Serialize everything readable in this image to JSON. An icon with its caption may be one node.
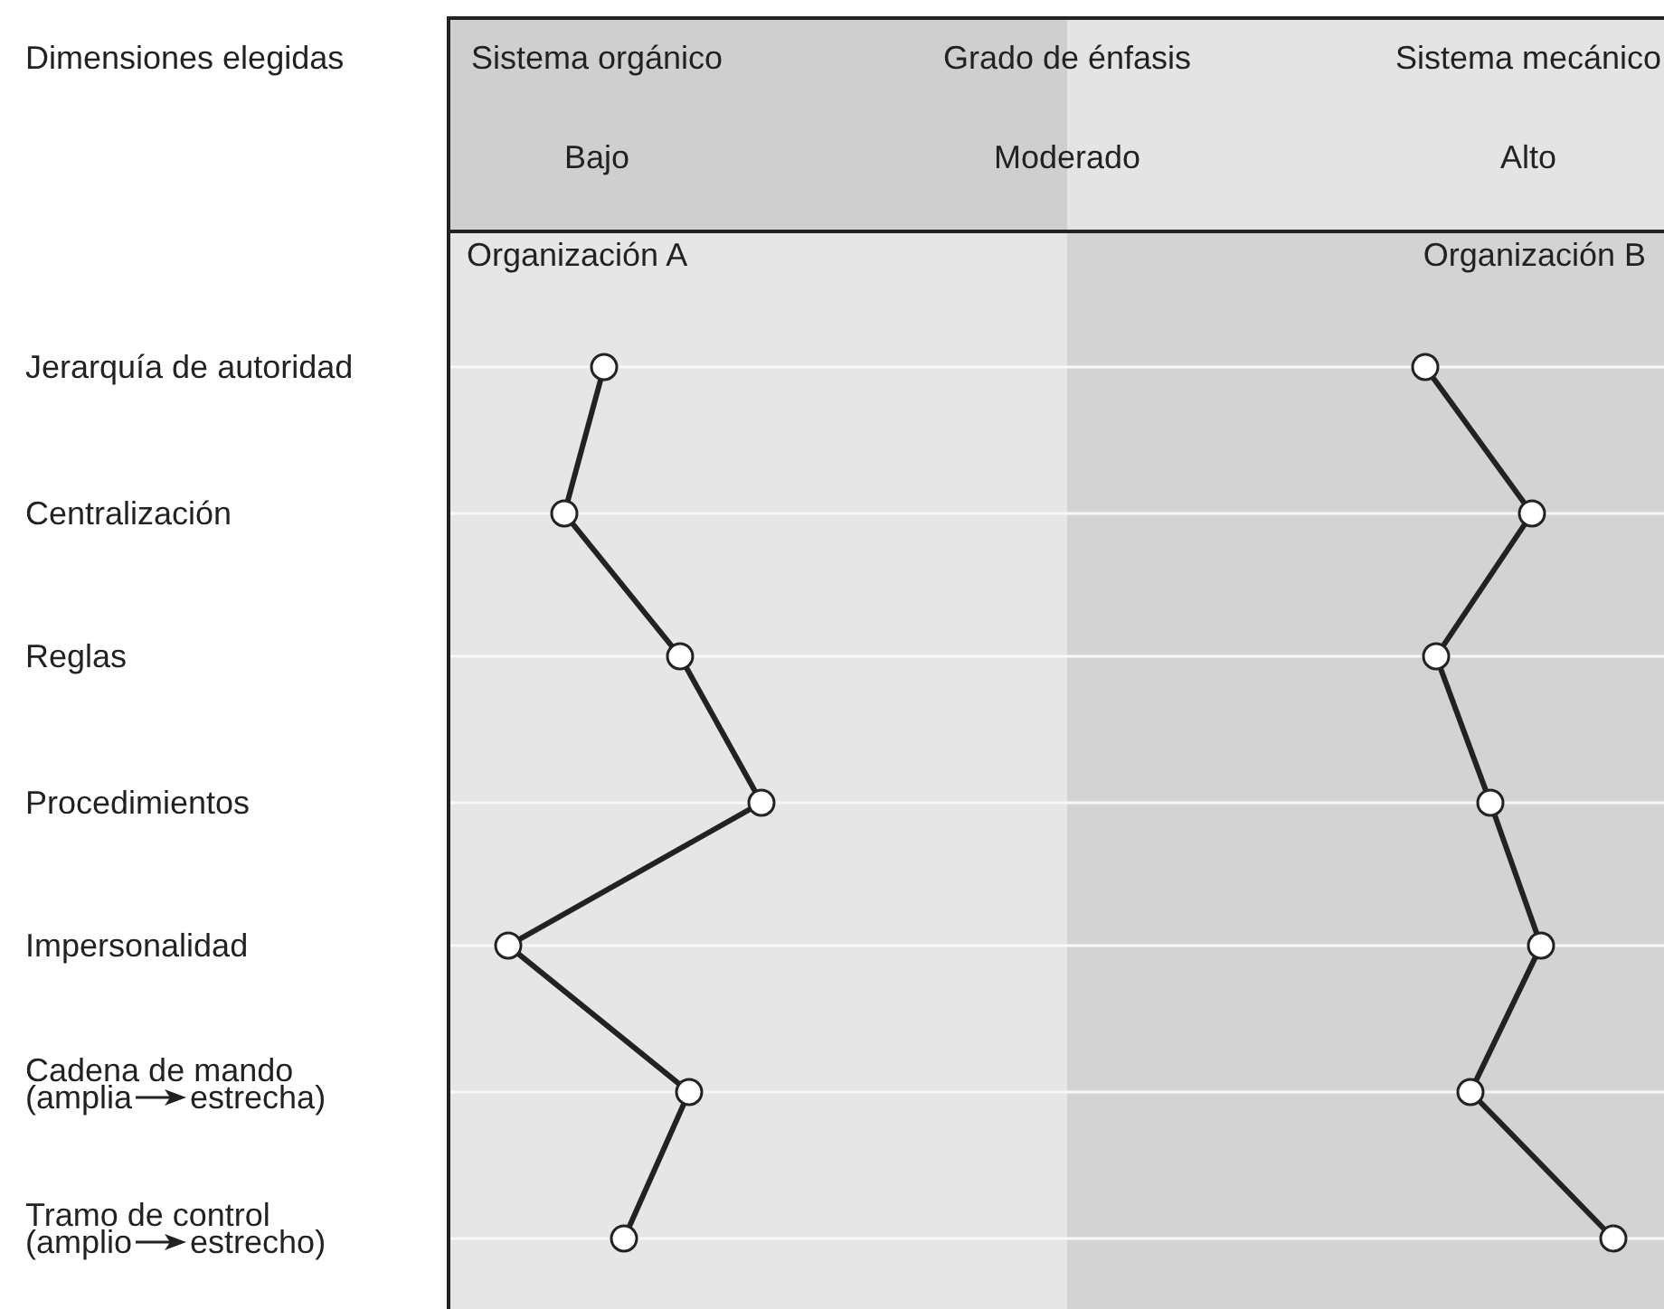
{
  "diagram": {
    "nodes": [
      {
        "text": [],
        "shape": "circle"
      },
      {
        "text": [],
        "shape": "circle"
      },
      {
        "text": [],
        "shape": "circle"
      },
      {
        "text": [],
        "shape": "circle"
      },
      {
        "text": [],
        "shape": "circle"
      },
      {
        "text": [],
        "shape": "circle"
      },
      {
        "text": [],
        "shape": "circle"
      },
      {
        "text": [],
        "shape": "circle"
      },
      {
        "text": [],
        "shape": "circle"
      },
      {
        "text": [],
        "shape": "circle"
      },
      {
        "text": [],
        "shape": "circle"
      },
      {
        "text": [],
        "shape": "circle"
      },
      {
        "text": [],
        "shape": "circle"
      },
      {
        "text": [],
        "shape": "circle"
      }
    ],
    "edges": [
      {
        "from": 0,
        "to": 2,
        "arrow": "none"
      },
      {
        "from": 2,
        "to": 4,
        "arrow": "none"
      },
      {
        "from": 4,
        "to": 6,
        "arrow": "none"
      },
      {
        "from": 6,
        "to": 8,
        "arrow": "none"
      },
      {
        "from": 8,
        "to": 10,
        "arrow": "none"
      },
      {
        "from": 10,
        "to": 12,
        "arrow": "none"
      },
      {
        "from": 1,
        "to": 3,
        "arrow": "none"
      },
      {
        "from": 3,
        "to": 5,
        "arrow": "none"
      },
      {
        "from": 5,
        "to": 7,
        "arrow": "none"
      },
      {
        "from": 7,
        "to": 9,
        "arrow": "none"
      },
      {
        "from": 9,
        "to": 11,
        "arrow": "none"
      },
      {
        "from": 11,
        "to": 13,
        "arrow": "none"
      }
    ],
    "labels": [
      "Dimensiones elegidas",
      "Sistema orgánico",
      "Grado de énfasis",
      "Sistema mecánico",
      "Bajo",
      "Moderado",
      "Alto",
      "Organización A",
      "Organización B",
      "Jerarquía de autoridad",
      "Centralización",
      "Reglas",
      "Procedimientos",
      "Impersonalidad",
      "Cadena de mando",
      "(amplia",
      "estrecha)",
      "Tramo de control",
      "(amplio",
      "estrecho)"
    ]
  }
}
